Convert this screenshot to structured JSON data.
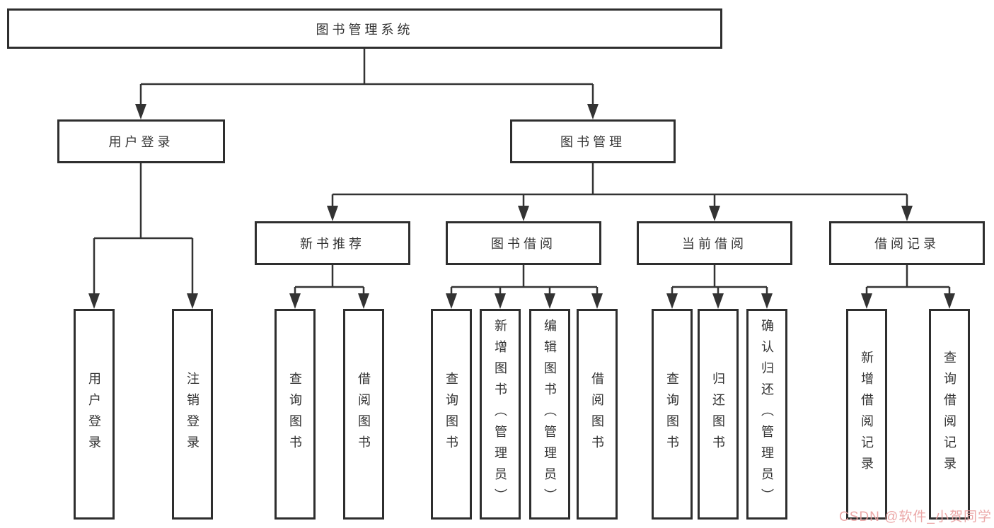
{
  "diagram": {
    "title": "图书管理系统",
    "colors": {
      "background": "#ffffff",
      "line": "#333333",
      "box_border": "#2e2e2e",
      "text": "#333333",
      "watermark": "#e99e9e"
    },
    "nodes": {
      "root": {
        "label": "图书管理系统"
      },
      "user_login": {
        "label": "用户登录"
      },
      "book_mgmt": {
        "label": "图书管理"
      },
      "new_book": {
        "label": "新书推荐"
      },
      "book_borrow": {
        "label": "图书借阅"
      },
      "cur_borrow": {
        "label": "当前借阅"
      },
      "borrow_rec": {
        "label": "借阅记录"
      },
      "leaf_user_login": {
        "label": "用户登录"
      },
      "leaf_logout": {
        "label": "注销登录"
      },
      "leaf_query_book_a": {
        "label": "查询图书"
      },
      "leaf_borrow_book_a": {
        "label": "借阅图书"
      },
      "leaf_query_book_b": {
        "label": "查询图书"
      },
      "leaf_add_book": {
        "label": "新增图书（管理员）"
      },
      "leaf_edit_book": {
        "label": "编辑图书（管理员）"
      },
      "leaf_borrow_book_b": {
        "label": "借阅图书"
      },
      "leaf_query_book_c": {
        "label": "查询图书"
      },
      "leaf_return_book": {
        "label": "归还图书"
      },
      "leaf_confirm_return": {
        "label": "确认归还（管理员）"
      },
      "leaf_add_record": {
        "label": "新增借阅记录"
      },
      "leaf_query_record": {
        "label": "查询借阅记录"
      }
    },
    "tree": {
      "root": [
        "user_login",
        "book_mgmt"
      ],
      "user_login": [
        "leaf_user_login",
        "leaf_logout"
      ],
      "book_mgmt": [
        "new_book",
        "book_borrow",
        "cur_borrow",
        "borrow_rec"
      ],
      "new_book": [
        "leaf_query_book_a",
        "leaf_borrow_book_a"
      ],
      "book_borrow": [
        "leaf_query_book_b",
        "leaf_add_book",
        "leaf_edit_book",
        "leaf_borrow_book_b"
      ],
      "cur_borrow": [
        "leaf_query_book_c",
        "leaf_return_book",
        "leaf_confirm_return"
      ],
      "borrow_rec": [
        "leaf_add_record",
        "leaf_query_record"
      ]
    },
    "watermark": {
      "text": "CSDN @软件_小贺同学"
    }
  }
}
